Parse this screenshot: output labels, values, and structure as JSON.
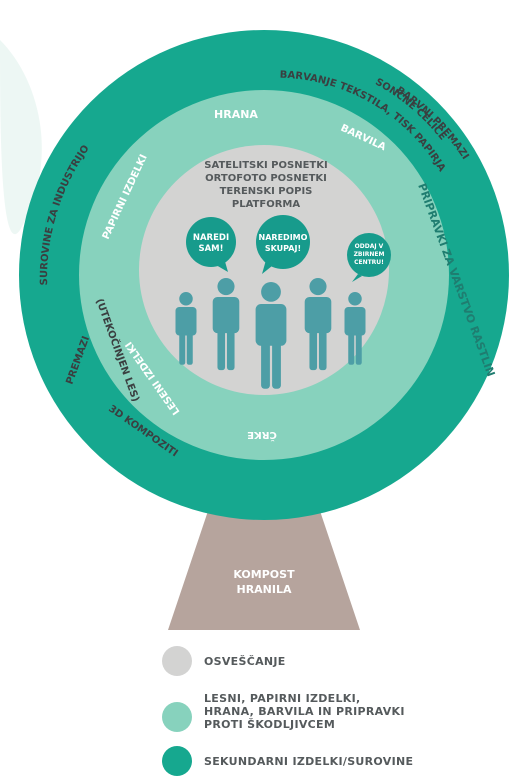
{
  "colors": {
    "outer_ring": "#16a88f",
    "middle_ring": "#87d2bd",
    "inner_circle": "#d3d3d2",
    "people": "#4d9ea6",
    "bubble": "#179b8c",
    "base": "#b6a49d",
    "text_dark": "#555a5c",
    "text_light": "#ffffff"
  },
  "outer_ring": {
    "label_top_right_1": "BARVNI PREMAZI",
    "label_top_right_2": "SONČNE CELICE",
    "label_top_right_3": "BARVANJE TEKSTILA, TISK PAPIRJA",
    "label_left": "SUROVINE ZA INDUSTRIJO",
    "label_left_lower_1": "PREMAZI",
    "label_left_lower_2": "(UTEKOČINJEN LES)",
    "label_bottom": "3D KOMPOZITI"
  },
  "middle_ring": {
    "label_top": "HRANA",
    "label_top_right": "BARVILA",
    "label_right": "PRIPRAVKI ZA VARSTVO RASTLIN",
    "label_bottom": "ČRKE",
    "label_bottom_left": "LESENI IZDELKI",
    "label_left": "PAPIRNI IZDELKI"
  },
  "inner_circle": {
    "lines": [
      "SATELITSKI POSNETKI",
      "ORTOFOTO POSNETKI",
      "TERENSKI POPIS",
      "PLATFORMA"
    ],
    "bubble_left": [
      "NAREDI",
      "SAM!"
    ],
    "bubble_center": [
      "NAREDIMO",
      "SKUPAJ!"
    ],
    "bubble_right": [
      "ODDAJ V",
      "ZBIRNEM",
      "CENTRU!"
    ]
  },
  "base": {
    "lines": [
      "KOMPOST",
      "HRANILA"
    ]
  },
  "legend": {
    "items": [
      {
        "label": "OSVEŠČANJE",
        "color": "#d3d3d2"
      },
      {
        "label": "LESNI, PAPIRNI IZDELKI,\nHRANA, BARVILA IN PRIPRAVKI\nPROTI ŠKODLJIVCEM",
        "color": "#87d2bd"
      },
      {
        "label": "SEKUNDARNI IZDELKI/SUROVINE",
        "color": "#16a88f"
      }
    ]
  }
}
